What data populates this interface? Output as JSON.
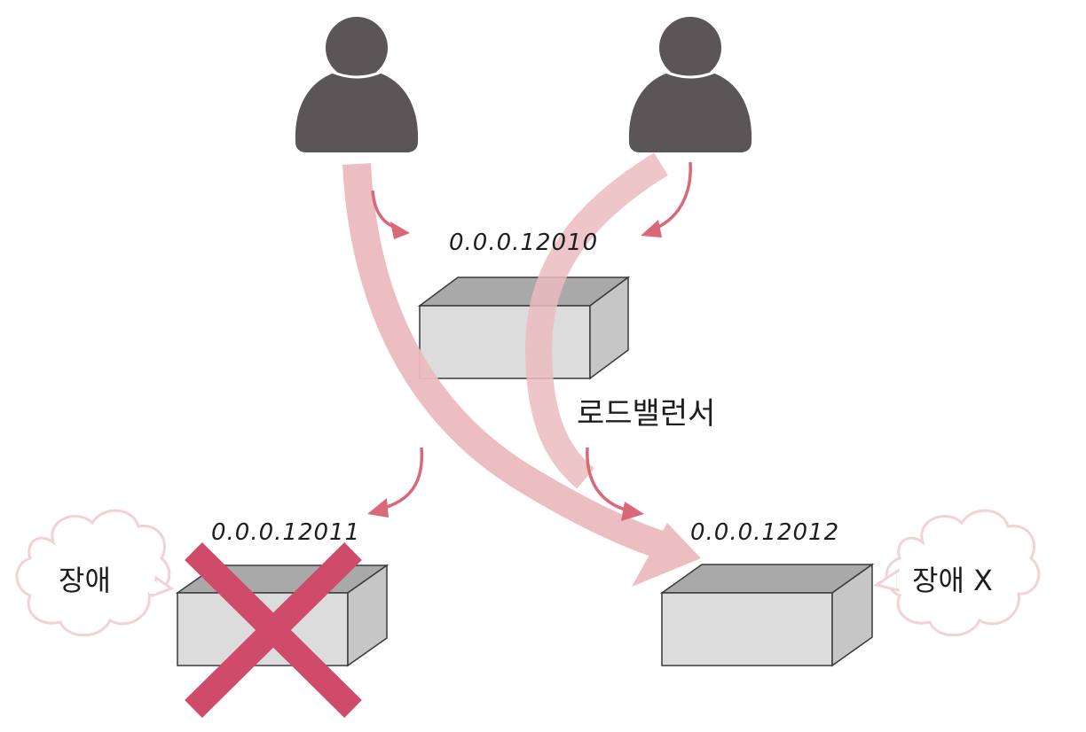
{
  "load_balancer": {
    "ip": "0.0.0.12010",
    "label": "로드밸런서"
  },
  "servers": [
    {
      "ip": "0.0.0.12011",
      "status": "장애",
      "failed": true
    },
    {
      "ip": "0.0.0.12012",
      "status": "장애 X",
      "failed": false
    }
  ],
  "colors": {
    "user": "#5a5657",
    "flow_arrow": "#ebbbbf",
    "small_arrow": "#d96878",
    "fail_cross": "#cf4b69",
    "box_front": "#dcdcdc",
    "box_top": "#a9a9a9",
    "box_side": "#c6c6c6",
    "bubble_stroke": "#f2d2d4"
  }
}
